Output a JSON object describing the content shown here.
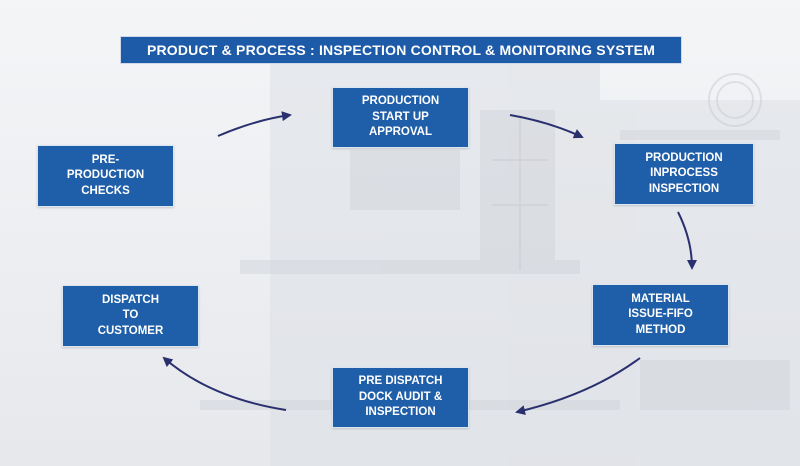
{
  "title": "PRODUCT & PROCESS : INSPECTION CONTROL & MONITORING SYSTEM",
  "steps": [
    {
      "line1": "PRODUCTION",
      "line2": "START UP",
      "line3": "APPROVAL"
    },
    {
      "line1": "PRODUCTION",
      "line2": "INPROCESS",
      "line3": "INSPECTION"
    },
    {
      "line1": "MATERIAL",
      "line2": "ISSUE-FIFO",
      "line3": "METHOD"
    },
    {
      "line1": "PRE DISPATCH",
      "line2": "DOCK AUDIT &",
      "line3": "INSPECTION"
    },
    {
      "line1": "DISPATCH",
      "line2": "TO",
      "line3": "CUSTOMER"
    },
    {
      "line1": "PRE-",
      "line2": "PRODUCTION",
      "line3": "CHECKS"
    }
  ],
  "colors": {
    "box": "#1f5ea8",
    "title_bar": "#1d5aa8",
    "arrow": "#2a2f6e",
    "text": "#ffffff"
  }
}
